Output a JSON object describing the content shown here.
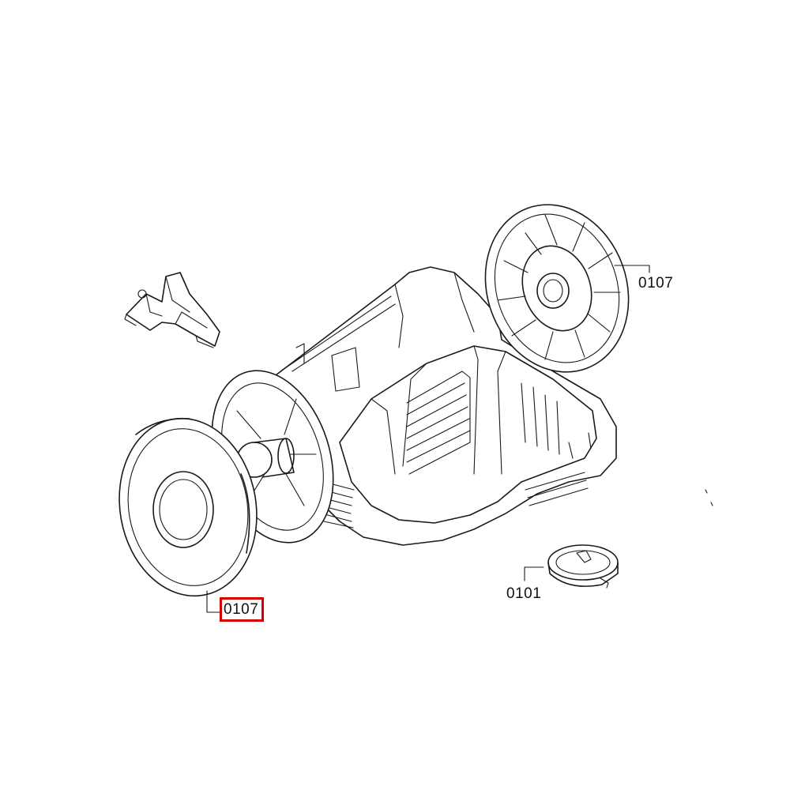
{
  "callouts": {
    "wheel_left": "0107",
    "wheel_right": "0107",
    "ring_part": "0101"
  },
  "highlight_color": "#d40000",
  "line_color": "#1a1a1a"
}
